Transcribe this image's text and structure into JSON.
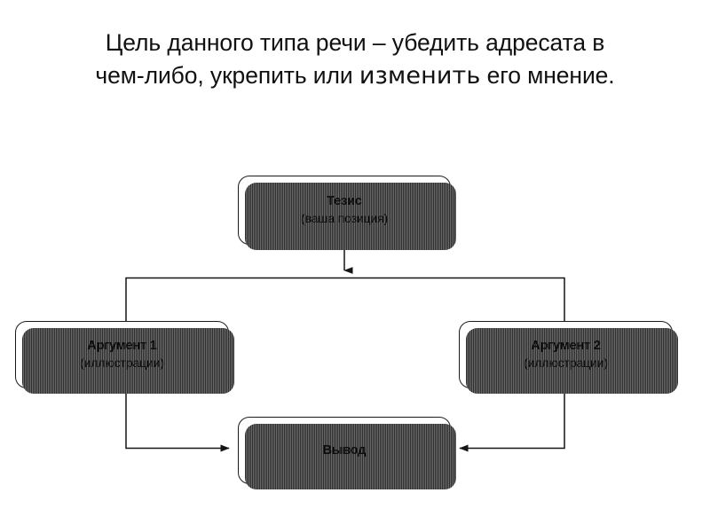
{
  "slide": {
    "title_line_1": "Цель данного типа речи – убедить адресата в",
    "title_line_2_part_a": "чем-либо, укрепить или ",
    "title_line_2_emph": "изменить",
    "title_line_2_part_b": " его мнение.",
    "background_color": "#ffffff",
    "text_color": "#111111"
  },
  "diagram": {
    "type": "flowchart",
    "line_color": "#1b1b1b",
    "box_fill": "#ffffff",
    "shadow_color": "#4a4a4a",
    "nodes": [
      {
        "id": "thesis",
        "title": "Тезис",
        "subtitle": "(ваша позиция)"
      },
      {
        "id": "argument-1",
        "title": "Аргумент 1",
        "subtitle": "(иллюстрации)"
      },
      {
        "id": "argument-2",
        "title": "Аргумент 2",
        "subtitle": "(иллюстрации)"
      },
      {
        "id": "conclusion",
        "title": "Вывод",
        "subtitle": ""
      }
    ],
    "connectors": [
      {
        "id": "thesis-to-split",
        "from": "thesis",
        "to": "split-bus",
        "arrow": true
      },
      {
        "id": "split-to-argument-1",
        "from": "split-bus",
        "to": "argument-1",
        "arrow": false
      },
      {
        "id": "split-to-argument-2",
        "from": "split-bus",
        "to": "argument-2",
        "arrow": false
      },
      {
        "id": "argument-1-to-conclusion",
        "from": "argument-1",
        "to": "conclusion",
        "arrow": true
      },
      {
        "id": "argument-2-to-conclusion",
        "from": "argument-2",
        "to": "conclusion",
        "arrow": true
      }
    ]
  }
}
